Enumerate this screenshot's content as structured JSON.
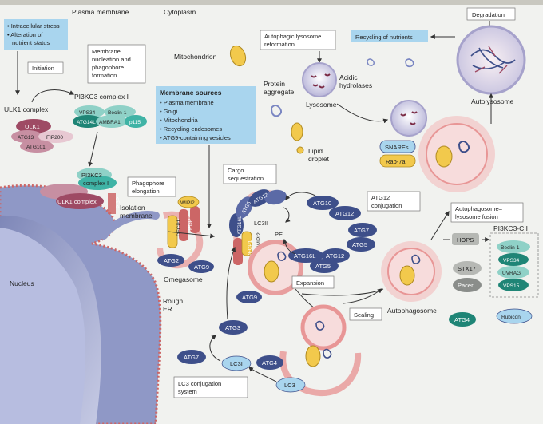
{
  "regions": {
    "plasma_membrane": "Plasma membrane",
    "cytoplasm": "Cytoplasm",
    "nucleus": "Nucleus",
    "rough_er": "Rough\nER"
  },
  "stress_box": [
    "Intracellular stress",
    "Alteration of",
    "nutrient status"
  ],
  "initiation": "Initiation",
  "ulk1_complex": {
    "title": "ULK1 complex",
    "ulk1": "ULK1",
    "atg13": "ATG13",
    "fip200": "FIP200",
    "atg101": "ATG101"
  },
  "pi3kc3": {
    "title": "PI3KC3 complex I",
    "vps34": "VPS34",
    "beclin1": "Beclin-1",
    "atg14l": "ATG14L",
    "ambra1": "AMBRA1",
    "p115": "p115"
  },
  "nucleation_box": [
    "Membrane",
    "nucleation and",
    "phagophore",
    "formation"
  ],
  "membrane_sources": {
    "title": "Membrane sources",
    "items": [
      "Plasma membrane",
      "Golgi",
      "Mitochondria",
      "Recycling endosomes",
      "ATG9-containing vesicles"
    ]
  },
  "mitochondrion": "Mitochondrion",
  "protein_aggregate": "Protein\naggregate",
  "lipid_droplet": "Lipid\ndroplet",
  "alr_box": [
    "Autophagic lysosome",
    "reformation"
  ],
  "recycling": "Recycling of nutrients",
  "degradation": "Degradation",
  "acid_hydrolases": "Acidic\nhydrolases",
  "lysosome": "Lysosome",
  "autolysosome": "Autolysosome",
  "snares": "SNAREs",
  "rab7a": "Rab-7a",
  "cplx_left": {
    "pi3kc3": "PI3KC3",
    "complex_i": "complex I",
    "ulk1_complex": "ULK1 complex",
    "pi3p": "PI3P"
  },
  "phagophore_elongation": [
    "Phagophore",
    "elongation"
  ],
  "isolation_membrane": "Isolation\nmembrane",
  "omegasome_proteins": {
    "dfcp1": "DFCP1",
    "wipi2": "WIPI2",
    "pi3p": "PI3P",
    "atg2": "ATG2",
    "atg9": "ATG9"
  },
  "omegasome": "Omegasome",
  "cargo_box": [
    "Cargo",
    "sequestration"
  ],
  "arc": {
    "atg12": "ATG12",
    "atg5": "ATG5",
    "atg16l": "ATG16L",
    "lc3ii": "LC3II",
    "pe": "PE",
    "wipi2": "WIPI2",
    "dfcp1": "DFCP1"
  },
  "atg12_conjugation": [
    "ATG12",
    "conjugation"
  ],
  "atg12_system": {
    "atg10": "ATG10",
    "atg12": "ATG12",
    "atg7": "ATG7",
    "atg5": "ATG5",
    "atg16l": "ATG16L",
    "atg12b": "ATG12",
    "atg5b": "ATG5"
  },
  "atg9_mid": "ATG9",
  "expansion": "Expansion",
  "sealing": "Sealing",
  "autophagosome": "Autophagosome",
  "fusion_box": [
    "Autophagosome–",
    "lysosome fusion"
  ],
  "fusion_proteins": {
    "hops": "HOPS",
    "stx17": "STX17",
    "pacer": "Pacer",
    "atg4": "ATG4"
  },
  "pi3kc3_cii": {
    "title": "PI3KC3-CII",
    "beclin1": "Beclin-1",
    "vps34": "VPS34",
    "uvrag": "UVRAG",
    "vps15": "VPS15",
    "rubicon": "Rubicon"
  },
  "lc3_system": {
    "atg3": "ATG3",
    "atg7": "ATG7",
    "lc3i": "LC3I",
    "atg4": "ATG4",
    "lc3": "LC3",
    "label": [
      "LC3 conjugation",
      "system"
    ]
  },
  "colors": {
    "maroon": "#9e4a64",
    "teal": "#3fb3a5",
    "navy": "#3e4f8a",
    "lightblue": "#a9d5ee",
    "yellow": "#f2c94c",
    "pink": "#f2b8b8",
    "lavender": "#c5c2de",
    "gray": "#8a8d8a"
  }
}
